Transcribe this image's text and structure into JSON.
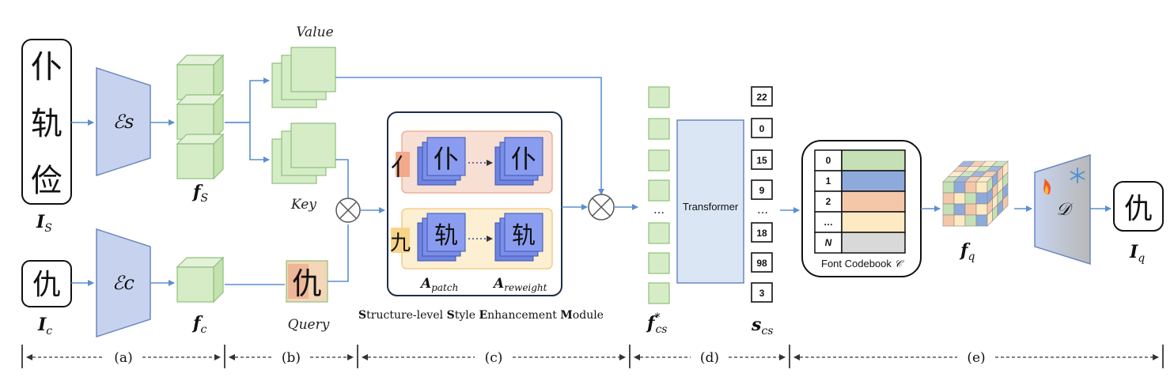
{
  "encoders": {
    "style": "ℰs",
    "content": "ℰc",
    "decoder": "𝒟"
  },
  "inputs": {
    "style_chars": [
      "仆",
      "轨",
      "俭"
    ],
    "style_label": "I",
    "style_sub": "S",
    "content_char": "仇",
    "content_label": "I",
    "content_sub": "c",
    "output_char": "仇",
    "output_label": "I",
    "output_sub": "q"
  },
  "features": {
    "fs_label": "f",
    "fs_sub": "S",
    "fc_label": "f",
    "fc_sub": "c",
    "fcs_label": "f",
    "fcs_sub": "cs",
    "fcs_sup": "*",
    "fq_label": "f",
    "fq_sub": "q",
    "scs_label": "s",
    "scs_sub": "cs"
  },
  "attention": {
    "value": "Value",
    "key": "Key",
    "query": "Query",
    "query_char": "仇"
  },
  "module": {
    "title_parts": [
      {
        "t": "S",
        "b": true
      },
      {
        "t": "tructure-level ",
        "b": false
      },
      {
        "t": "S",
        "b": true
      },
      {
        "t": "tyle ",
        "b": false
      },
      {
        "t": "E",
        "b": true
      },
      {
        "t": "nhancement ",
        "b": false
      },
      {
        "t": "M",
        "b": true
      },
      {
        "t": "odule",
        "b": false
      }
    ],
    "top_chars": [
      "亻",
      "仆",
      "仆"
    ],
    "bottom_chars": [
      "九",
      "轨",
      "轨"
    ],
    "a_patch": "A",
    "a_patch_sub": "patch",
    "a_reweight": "A",
    "a_reweight_sub": "reweight"
  },
  "transformer": {
    "label": "Transformer"
  },
  "indices": [
    "22",
    "0",
    "15",
    "9",
    "…",
    "18",
    "98",
    "3"
  ],
  "ellipsis": "…",
  "codebook": {
    "rows": [
      {
        "idx": "0",
        "color": "#c5e0b4"
      },
      {
        "idx": "1",
        "color": "#8eaadb"
      },
      {
        "idx": "2",
        "color": "#f4c7a9"
      },
      {
        "idx": "…",
        "color": "#fde9c2"
      },
      {
        "idx": "N",
        "color": "#d9d9d9"
      }
    ],
    "label": "Font Codebook ",
    "label_sym": "𝒞"
  },
  "stages": [
    "(a)",
    "(b)",
    "(c)",
    "(d)",
    "(e)"
  ],
  "colors": {
    "arrow": "#5b8fcf",
    "green": "#d6ecc7",
    "encoder": "#c7d3ee",
    "module_top": "#f8dfd4",
    "module_bottom": "#fcefd2",
    "attn_map": "#7b8fe8"
  }
}
